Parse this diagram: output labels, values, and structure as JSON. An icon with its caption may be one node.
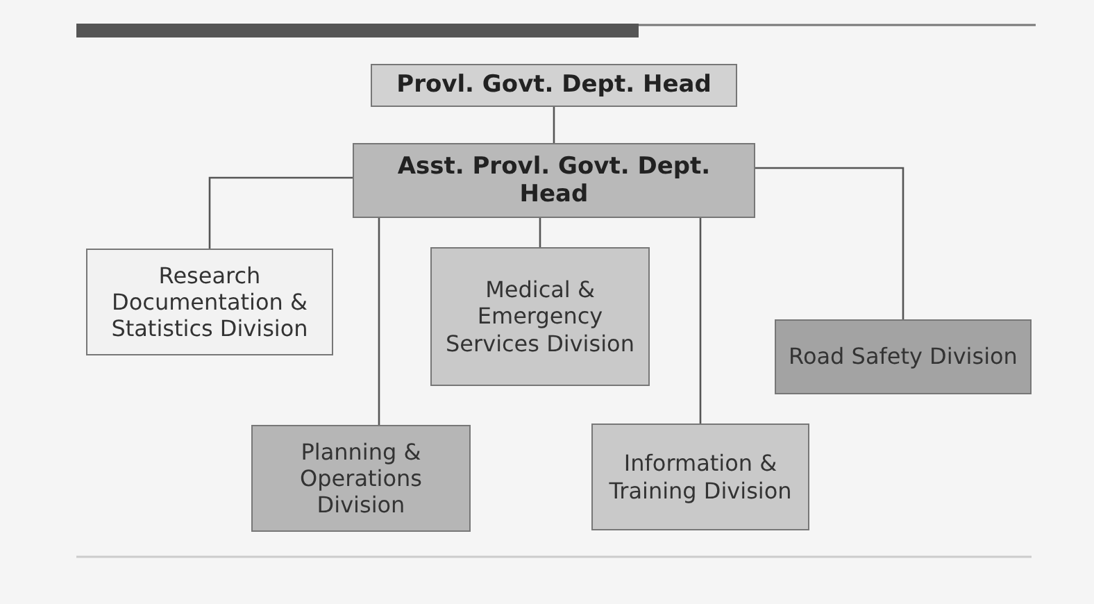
{
  "diagram": {
    "nodes": [
      {
        "text": [
          "Provl. Govt. Dept. Head"
        ]
      },
      {
        "text": [
          "Asst. Provl. Govt. Dept. Head"
        ]
      },
      {
        "text": [
          "Research Documentation & Statistics Division"
        ]
      },
      {
        "text": [
          "Medical & Emergency Services Division"
        ]
      },
      {
        "text": [
          "Road Safety Division"
        ]
      },
      {
        "text": [
          "Planning & Operations Division"
        ]
      },
      {
        "text": [
          "Information & Training Division"
        ]
      }
    ],
    "edges": [
      {
        "from": 0,
        "to": 1,
        "arrow": "none"
      },
      {
        "from": 1,
        "to": 2,
        "arrow": "none"
      },
      {
        "from": 1,
        "to": 3,
        "arrow": "none"
      },
      {
        "from": 1,
        "to": 4,
        "arrow": "none"
      },
      {
        "from": 1,
        "to": 5,
        "arrow": "none"
      },
      {
        "from": 1,
        "to": 6,
        "arrow": "none"
      }
    ]
  }
}
